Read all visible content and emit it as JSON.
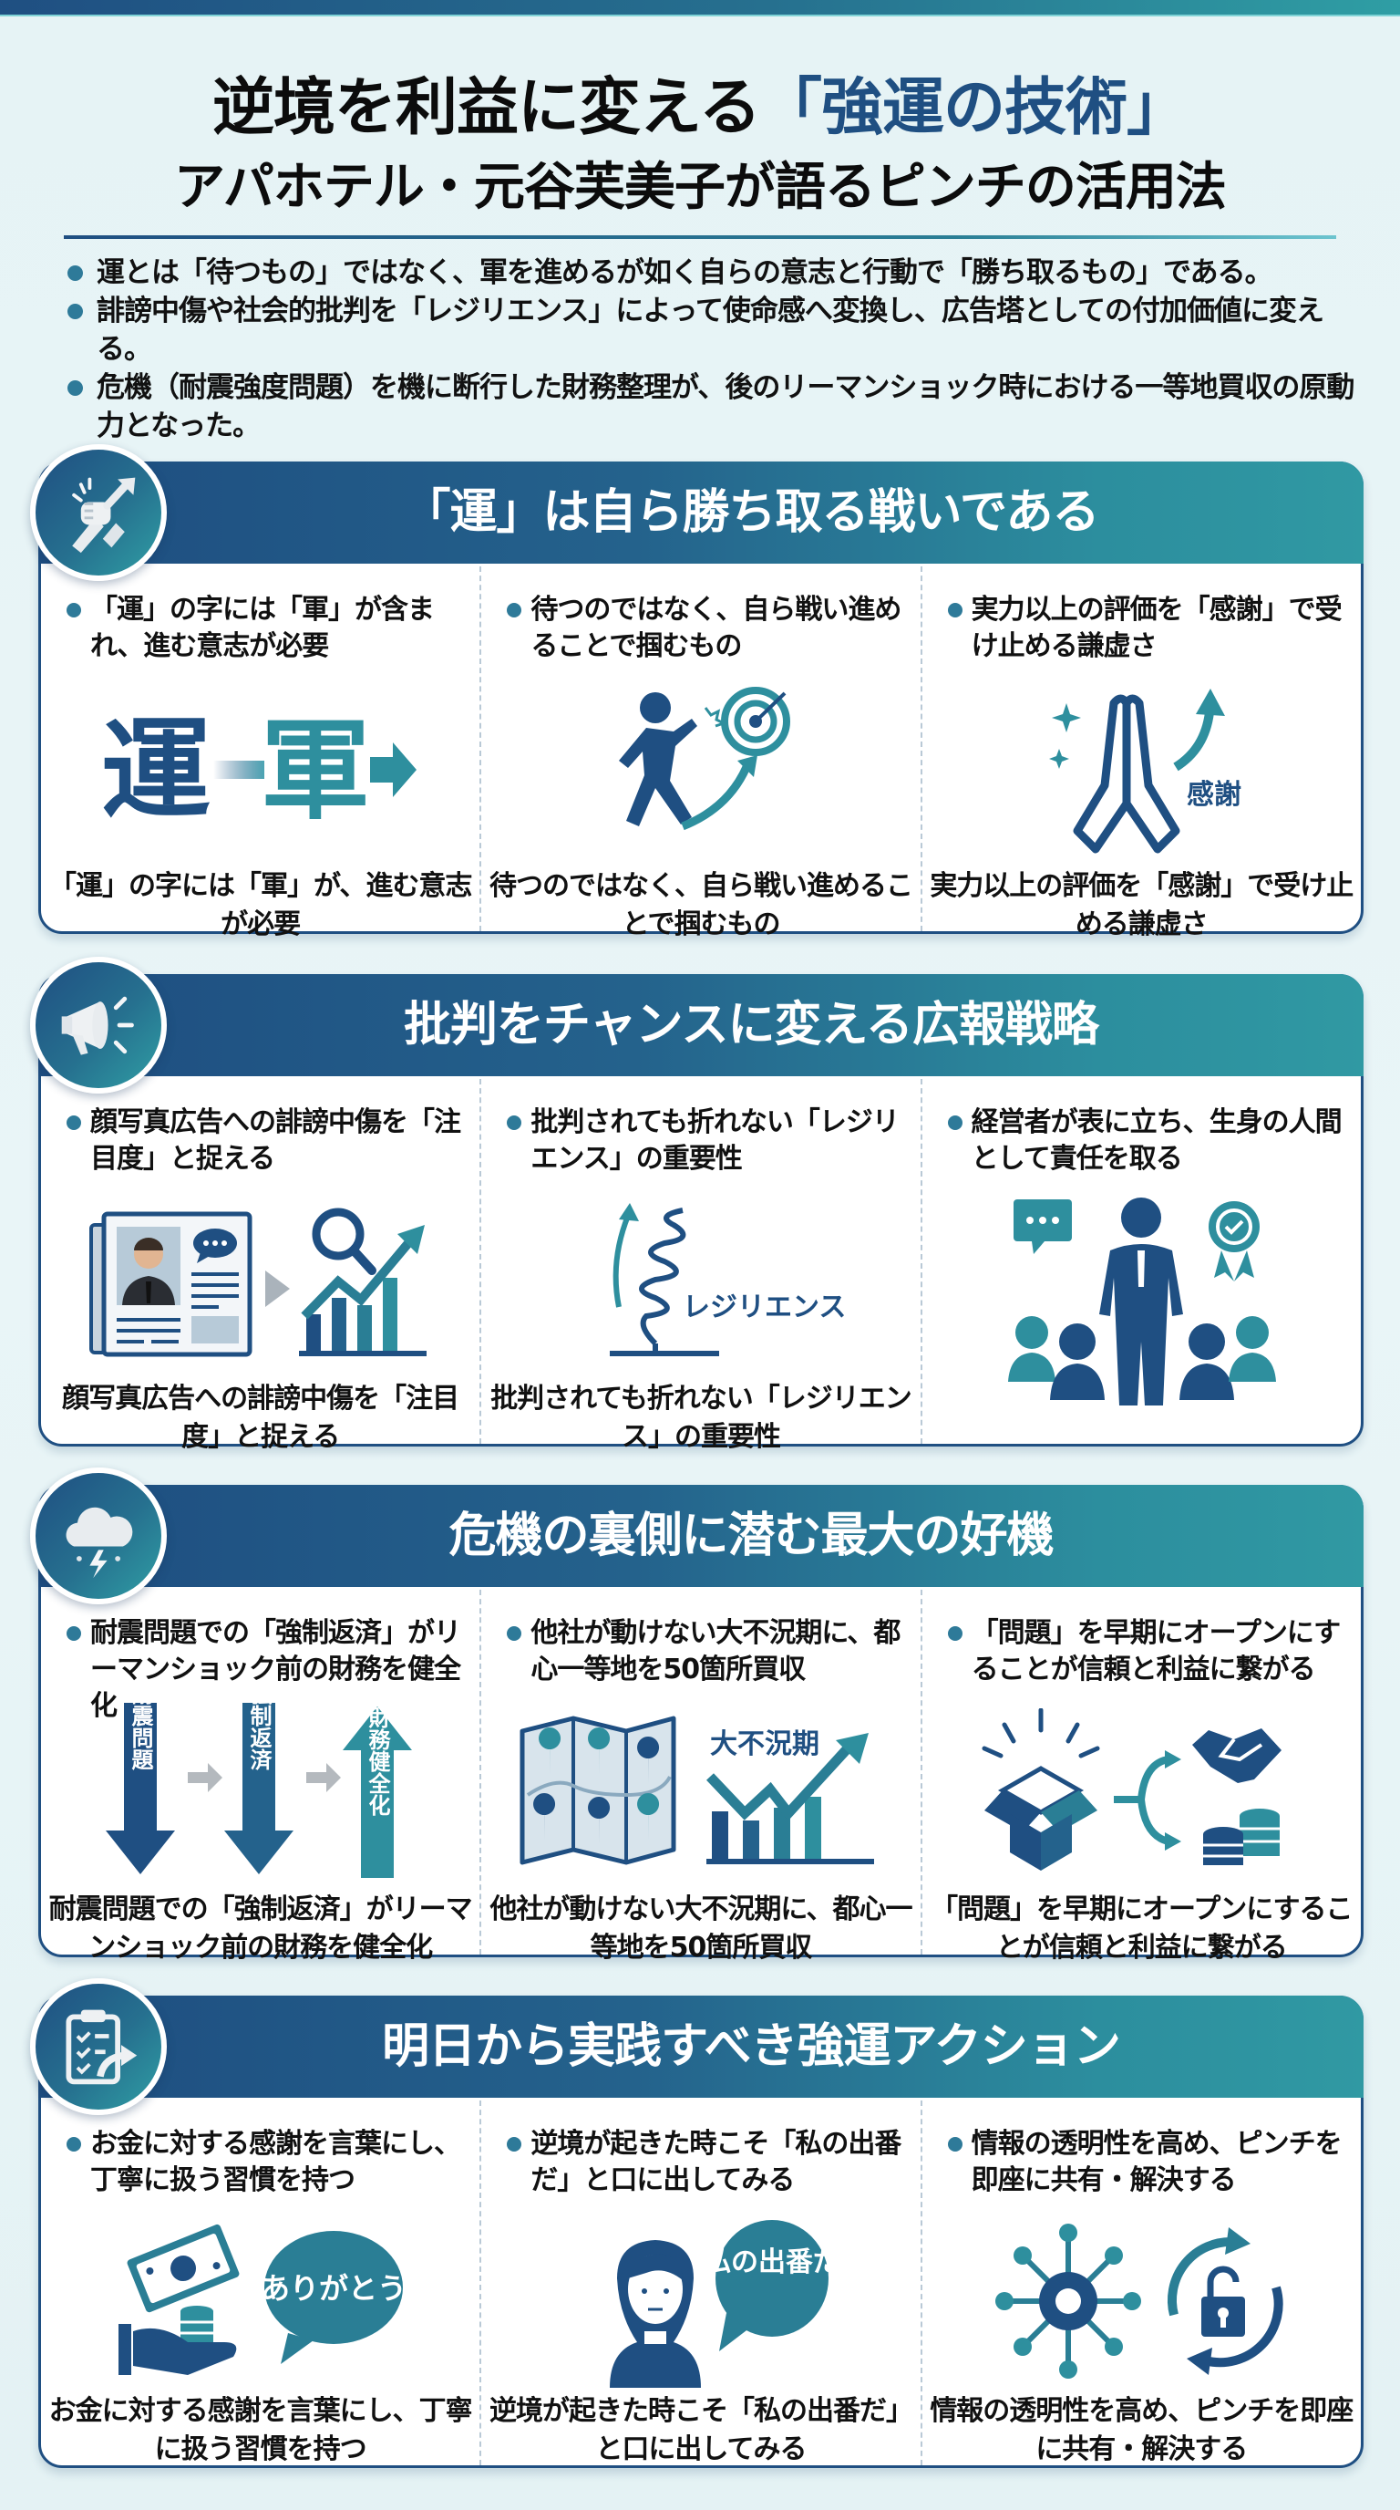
{
  "header": {
    "title_line1_prefix": "逆境を利益に変える",
    "title_line1_accent": "「強運の技術」",
    "title_line2": "アパホテル・元谷芙美子が語るピンチの活用法"
  },
  "summary": [
    "運とは「待つもの」ではなく、軍を進めるが如く自らの意志と行動で「勝ち取るもの」である。",
    "誹謗中傷や社会的批判を「レジリエンス」によって使命感へ変換し、広告塔としての付加価値に変える。",
    "危機（耐震強度問題）を機に断行した財務整理が、後のリーマンショック時における一等地買収の原動力となった。"
  ],
  "colors": {
    "navy": "#1f4f82",
    "teal": "#2f9ea4",
    "bullet": "#2e7a99"
  },
  "sections": [
    {
      "title": "「運」は自ら勝ち取る戦いである",
      "badge_icon": "handshake-grip-arrow-icon",
      "columns": [
        {
          "head": "「運」の字には「軍」が含まれ、進む意志が必要",
          "icon": "kanji-un-to-gun-icon",
          "icon_text_a": "運",
          "icon_text_b": "軍",
          "foot": "「運」の字には「軍」が、進む意志が必要"
        },
        {
          "head": "待つのではなく、自ら戦い進めることで掴むもの",
          "icon": "runner-target-icon",
          "foot": "待つのではなく、自ら戦い進めることで掴むもの"
        },
        {
          "head": "実力以上の評価を「感謝」で受け止める謙虚さ",
          "icon": "praying-hands-icon",
          "icon_label": "感謝",
          "foot": "実力以上の評価を「感謝」で受け止める謙虚さ"
        }
      ]
    },
    {
      "title": "批判をチャンスに変える広報戦略",
      "badge_icon": "megaphone-icon",
      "columns": [
        {
          "head": "顔写真広告への誹謗中傷を「注目度」と捉える",
          "icon": "newspaper-to-growth-chart-icon",
          "foot": "顔写真広告への誹謗中傷を「注目度」と捉える"
        },
        {
          "head": "批判されても折れない「レジリエンス」の重要性",
          "icon": "spring-resilience-icon",
          "icon_label": "レジリエンス",
          "foot": "批判されても折れない「レジリエンス」の重要性"
        },
        {
          "head": "経営者が表に立ち、生身の人間として責任を取る",
          "icon": "leader-with-team-icon",
          "foot": null
        }
      ]
    },
    {
      "title": "危機の裏側に潜む最大の好機",
      "badge_icon": "storm-cloud-icon",
      "columns": [
        {
          "head": "耐震問題での「強制返済」がリーマンショック前の財務を健全化",
          "icon": "three-arrows-flow-icon",
          "arrow_labels": [
            "耐震問題",
            "強制返済",
            "財務健全化"
          ],
          "foot": "耐震問題での「強制返済」がリーマンショック前の財務を健全化"
        },
        {
          "head": "他社が動けない大不況期に、都心一等地を50箇所買収",
          "icon": "map-pins-and-recovery-chart-icon",
          "icon_label": "大不況期",
          "foot": "他社が動けない大不況期に、都心一等地を50箇所買収"
        },
        {
          "head": "「問題」を早期にオープンにすることが信頼と利益に繋がる",
          "icon": "open-box-handshake-coins-icon",
          "foot": "「問題」を早期にオープンにすることが信頼と利益に繋がる"
        }
      ]
    },
    {
      "title": "明日から実践すべき強運アクション",
      "badge_icon": "clipboard-checklist-icon",
      "columns": [
        {
          "head": "お金に対する感謝を言葉にし、丁寧に扱う習慣を持つ",
          "icon": "money-hand-thanks-icon",
          "icon_label": "ありがとう",
          "foot": "お金に対する感謝を言葉にし、丁寧に扱う習慣を持つ"
        },
        {
          "head": "逆境が起きた時こそ「私の出番だ」と口に出してみる",
          "icon": "woman-speech-bubble-icon",
          "icon_label": "私の出番だ",
          "foot": "逆境が起きた時こそ「私の出番だ」と口に出してみる"
        },
        {
          "head": "情報の透明性を高め、ピンチを即座に共有・解決する",
          "icon": "network-gear-unlock-icon",
          "foot": "情報の透明性を高め、ピンチを即座に共有・解決する"
        }
      ]
    }
  ]
}
